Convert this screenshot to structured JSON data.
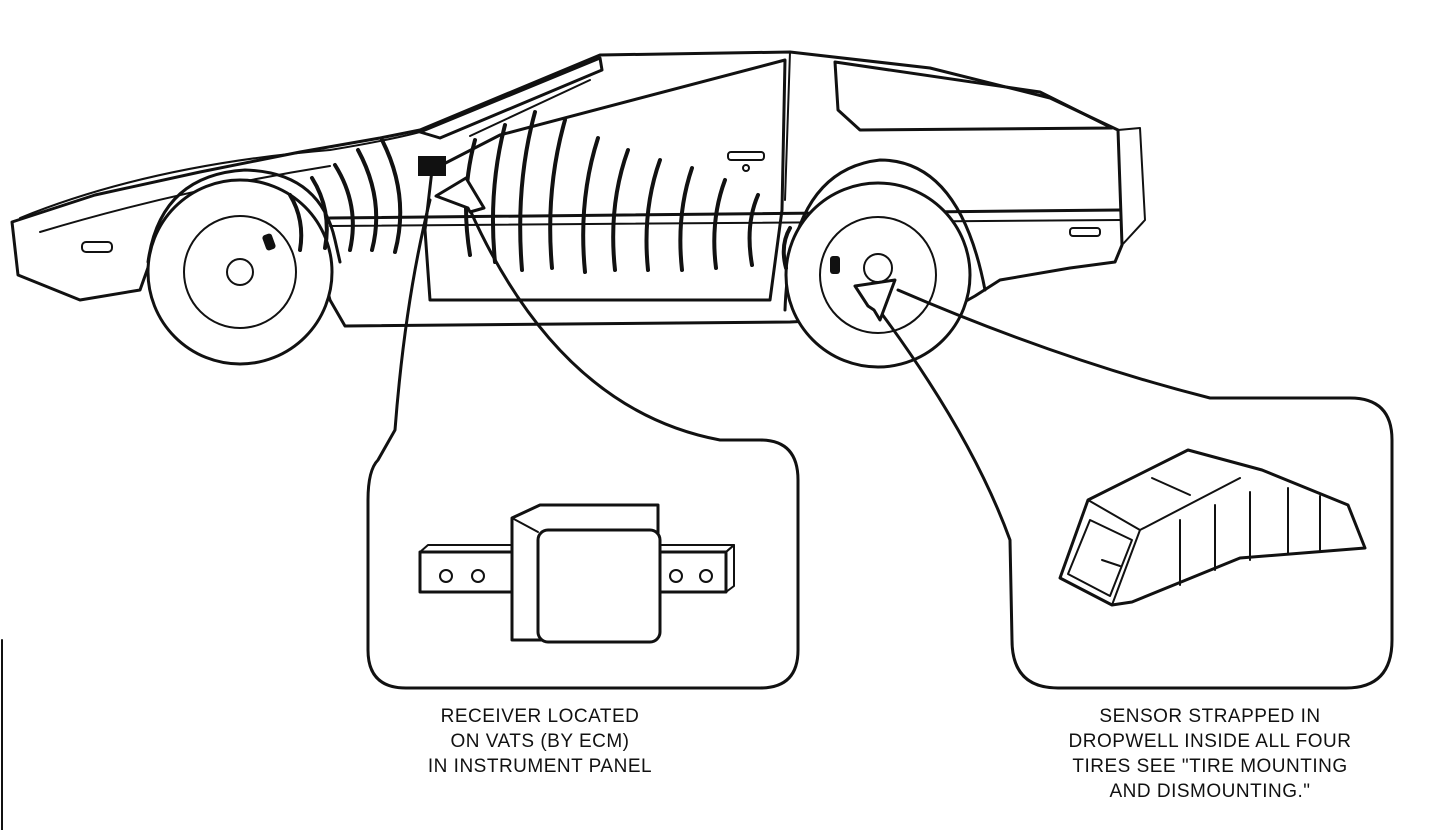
{
  "captions": {
    "receiver": {
      "line1": "RECEIVER LOCATED",
      "line2": "ON VATS (BY ECM)",
      "line3": "IN INSTRUMENT PANEL"
    },
    "sensor": {
      "line1": "SENSOR STRAPPED IN",
      "line2": "DROPWELL INSIDE ALL FOUR",
      "line3": "TIRES  SEE \"TIRE MOUNTING",
      "line4": "AND  DISMOUNTING.\""
    }
  }
}
